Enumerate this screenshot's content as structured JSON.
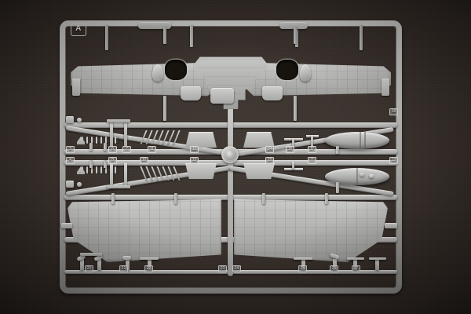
{
  "photo": {
    "subject": "plastic-model-aircraft-sprue",
    "background_color": "#382f2a",
    "plastic_color": "#b4b4b2"
  },
  "sprue": {
    "letter": "A",
    "frame_color": "#b9b9b7"
  },
  "parts": {
    "large": [
      {
        "name": "fuselage-wing-assembly"
      },
      {
        "name": "tail-plane-left"
      },
      {
        "name": "tail-plane-right"
      },
      {
        "name": "drop-tank-upper"
      },
      {
        "name": "drop-tank-lower"
      }
    ],
    "numbered": [
      "1",
      "2",
      "3",
      "4",
      "5",
      "6",
      "7",
      "8",
      "9",
      "10",
      "11",
      "12",
      "13",
      "14",
      "15",
      "16",
      "17",
      "18",
      "19",
      "20",
      "21",
      "22",
      "23",
      "24",
      "25",
      "26",
      "27"
    ]
  },
  "labels": {
    "row_top_left": [
      "3",
      "4"
    ],
    "row_mid": [
      "6",
      "7",
      "8",
      "10",
      "11",
      "12",
      "13",
      "14",
      "15",
      "16",
      "17"
    ],
    "row_bottom_left": [
      "20",
      "21",
      "22"
    ],
    "row_bottom_center": [
      "23",
      "24"
    ],
    "row_bottom_right": [
      "25",
      "26",
      "27"
    ],
    "right_edge": [
      "18",
      "19"
    ]
  }
}
